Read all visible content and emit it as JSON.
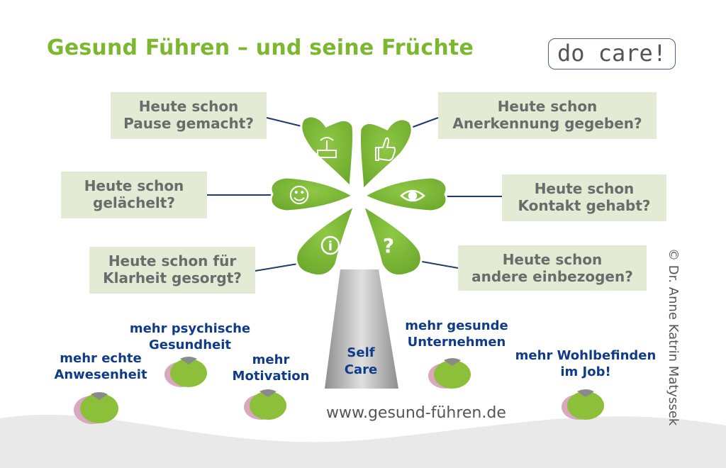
{
  "title": "Gesund Führen – und seine Früchte",
  "logo": "do care!",
  "questions": [
    {
      "line1": "Heute schon",
      "line2": "Pause gemacht?"
    },
    {
      "line1": "Heute schon",
      "line2": "Anerkennung gegeben?"
    },
    {
      "line1": "Heute schon",
      "line2": "gelächelt?"
    },
    {
      "line1": "Heute schon",
      "line2": "Kontakt gehabt?"
    },
    {
      "line1": "Heute schon für",
      "line2": "Klarheit gesorgt?"
    },
    {
      "line1": "Heute schon",
      "line2": "andere einbezogen?"
    }
  ],
  "leaf_icons": [
    "island-icon",
    "thumbs-up-icon",
    "smiley-icon",
    "eye-icon",
    "info-icon",
    "question-icon"
  ],
  "leaf_glyphs": {
    "smiley": "☺",
    "info": "i",
    "question": "?"
  },
  "trunk": {
    "line1": "Self",
    "line2": "Care"
  },
  "benefits": [
    {
      "line1": "mehr echte",
      "line2": "Anwesenheit"
    },
    {
      "line1": "mehr psychische",
      "line2": "Gesundheit"
    },
    {
      "line1": "mehr",
      "line2": "Motivation"
    },
    {
      "line1": "mehr gesunde",
      "line2": "Unternehmen"
    },
    {
      "line1": "mehr Wohlbefinden",
      "line2": "im Job!"
    }
  ],
  "website": "www.gesund-führen.de",
  "copyright": "© Dr. Anne Katrin Matyssek",
  "colors": {
    "leaf_green": "#7cb82f",
    "title_green": "#7cb82f",
    "box_bg": "#e4ebd5",
    "question_text": "#6b6b6b",
    "benefit_blue": "#0f3c8a",
    "fruit_green": "#8cbf3a",
    "fruit_pink": "#d9a7c0",
    "trunk_gray": "#a8a8a8",
    "line_navy": "#1f3a6e"
  }
}
